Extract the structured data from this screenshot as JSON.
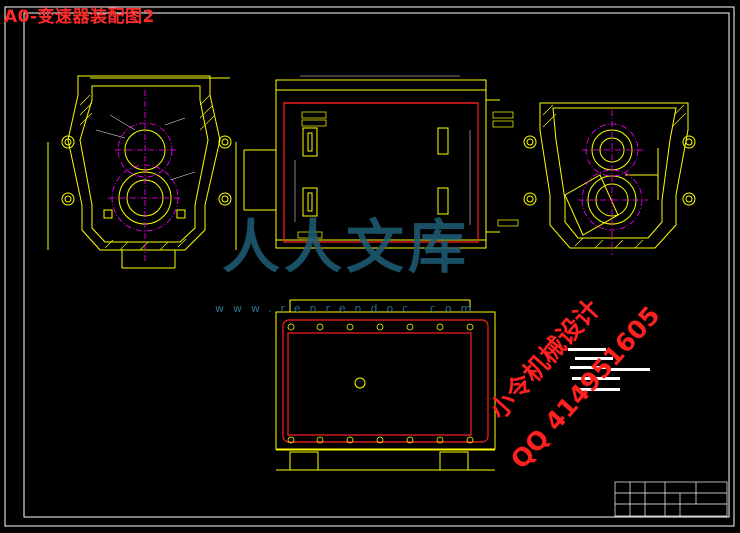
{
  "title": "A0-变速器装配图2",
  "watermark": {
    "logo_text": "人人文库",
    "site_text": "www.renrendoc.com",
    "author_text": "小令机械设计",
    "qq_text": "QQ 414951605"
  },
  "colors": {
    "background": "#000000",
    "outline": "#ffff00",
    "section_line": "#ff2020",
    "center_line": "#ff00ff",
    "dimension": "#00ffff",
    "frame": "#ffffff",
    "watermark_blue": "#1f5e78",
    "watermark_red": "#ff2020"
  }
}
